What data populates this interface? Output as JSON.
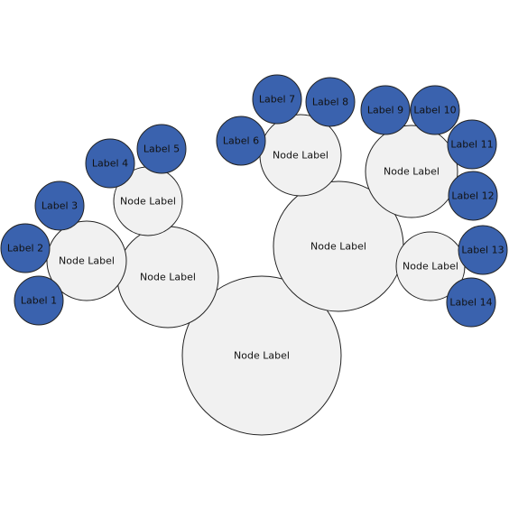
{
  "colors": {
    "node_fill": "#f1f1f1",
    "leaf_fill": "#3a62ae",
    "stroke": "#222222",
    "text": "#111111"
  },
  "nodes": {
    "root": "Node Label",
    "left_branch": "Node Label",
    "left_sub_a": "Node Label",
    "left_sub_b": "Node Label",
    "right_branch": "Node Label",
    "right_sub_a": "Node Label",
    "right_sub_b": "Node Label",
    "right_sub_c": "Node Label"
  },
  "leaves": {
    "l1": "Label 1",
    "l2": "Label 2",
    "l3": "Label 3",
    "l4": "Label 4",
    "l5": "Label 5",
    "l6": "Label 6",
    "l7": "Label 7",
    "l8": "Label 8",
    "l9": "Label 9",
    "l10": "Label 10",
    "l11": "Label 11",
    "l12": "Label 12",
    "l13": "Label 13",
    "l14": "Label 14"
  }
}
